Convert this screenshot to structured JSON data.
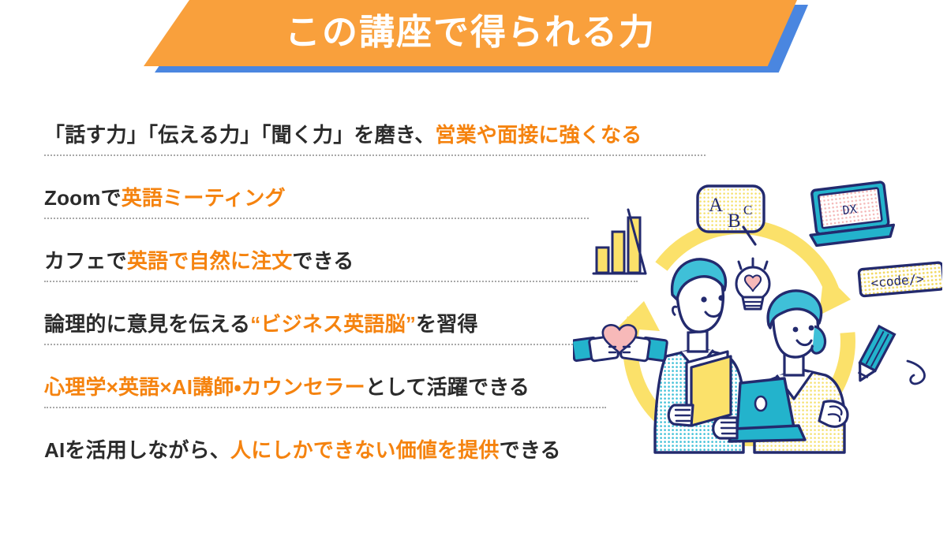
{
  "slide": {
    "background_color": "#ffffff",
    "accent_orange": "#f5830f",
    "banner_orange": "#f9a03c",
    "banner_blue": "#4a86e0",
    "text_dark": "#2b2b2b",
    "illustration_navy": "#232a6e",
    "illustration_yellow": "#fbe16a",
    "illustration_teal": "#23b3cc",
    "illustration_pink": "#f7b9b9"
  },
  "header": {
    "title": "この講座で得られる力"
  },
  "benefits": [
    {
      "id": "speaking-power",
      "segments": [
        {
          "text": "「話す力」「伝える力」「聞く力」を磨き、",
          "highlight": false
        },
        {
          "text": "営業や面接に強くなる",
          "highlight": true
        }
      ]
    },
    {
      "id": "zoom-meeting",
      "segments": [
        {
          "text": "Zoomで",
          "highlight": false
        },
        {
          "text": "英語ミーティング",
          "highlight": true
        }
      ]
    },
    {
      "id": "cafe-order",
      "segments": [
        {
          "text": "カフェで",
          "highlight": false
        },
        {
          "text": "英語で自然に注文",
          "highlight": true
        },
        {
          "text": "できる",
          "highlight": false
        }
      ]
    },
    {
      "id": "business-english-brain",
      "segments": [
        {
          "text": "論理的に意見を伝える",
          "highlight": false
        },
        {
          "text": "“ビジネス英語脳”",
          "highlight": true
        },
        {
          "text": "を習得",
          "highlight": false
        }
      ]
    },
    {
      "id": "psychology-ai-instructor",
      "segments": [
        {
          "text": "心理学×英語×AI講師・カウンセラー",
          "highlight": true
        },
        {
          "text": "として活躍できる",
          "highlight": false
        }
      ]
    },
    {
      "id": "human-value",
      "segments": [
        {
          "text": "AIを活用しながら、",
          "highlight": false
        },
        {
          "text": "人にしかできない価値を提供",
          "highlight": true
        },
        {
          "text": "できる",
          "highlight": false
        }
      ]
    }
  ],
  "illustration": {
    "name": "learning-cycle-illustration",
    "description": "二人の人物を囲む循環矢印と学習アイコン群",
    "labels": {
      "abc_bubble": "A",
      "abc_bubble_b": "B",
      "abc_bubble_c": "C",
      "laptop_screen": "DX",
      "code_tag": "<code/>"
    },
    "icons": [
      "bar-chart-icon",
      "abc-speech-bubble-icon",
      "dx-laptop-icon",
      "code-tag-icon",
      "pencil-icon",
      "heart-handshake-icon",
      "lightbulb-icon",
      "cycle-arrows-icon",
      "man-with-book-icon",
      "woman-with-laptop-icon"
    ],
    "chart_bars": [
      1,
      2,
      3
    ]
  }
}
